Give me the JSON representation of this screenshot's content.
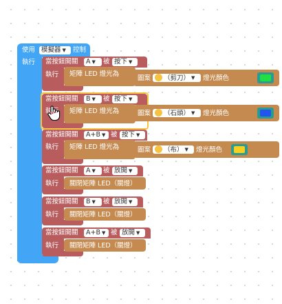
{
  "workspace": {
    "use_label": "使用",
    "device_value": "模擬器",
    "control_label": "控制",
    "exec_label": "執行"
  },
  "handlers": [
    {
      "when_label": "當按鈕開關",
      "button": "A",
      "by_label": "被",
      "action": "按下",
      "exec_label": "執行",
      "command": "矩陣 LED 燈光為",
      "pattern_label": "圖案",
      "pattern_value": "（剪刀）",
      "color_label": "燈光顏色",
      "color": "#22dd44"
    },
    {
      "when_label": "當按鈕開關",
      "button": "B",
      "by_label": "被",
      "action": "按下",
      "exec_label": "執行",
      "command": "矩陣 LED 燈光為",
      "pattern_label": "圖案",
      "pattern_value": "（石頭）",
      "color_label": "燈光顏色",
      "color": "#2255ee"
    },
    {
      "when_label": "當按鈕開關",
      "button": "A+B",
      "by_label": "被",
      "action": "按下",
      "exec_label": "執行",
      "command": "矩陣 LED 燈光為",
      "pattern_label": "圖案",
      "pattern_value": "（布）",
      "color_label": "燈光顏色",
      "color": "#f5d020"
    },
    {
      "when_label": "當按鈕開關",
      "button": "A",
      "by_label": "被",
      "action": "放開",
      "exec_label": "執行",
      "command": "關閉矩陣 LED（關燈）"
    },
    {
      "when_label": "當按鈕開關",
      "button": "B",
      "by_label": "被",
      "action": "放開",
      "exec_label": "執行",
      "command": "關閉矩陣 LED（關燈）"
    },
    {
      "when_label": "當按鈕開關",
      "button": "A+B",
      "by_label": "被",
      "action": "放開",
      "exec_label": "執行",
      "command": "關閉矩陣 LED（關燈）"
    }
  ],
  "colors": {
    "use_block": "#42a5f5",
    "event_block": "#b85c5e",
    "command_block": "#c48a4f",
    "selection": "#f6c342"
  },
  "icons": [
    "hand-cursor-icon",
    "dropdown-arrow-icon",
    "hand-emoji-icon"
  ]
}
